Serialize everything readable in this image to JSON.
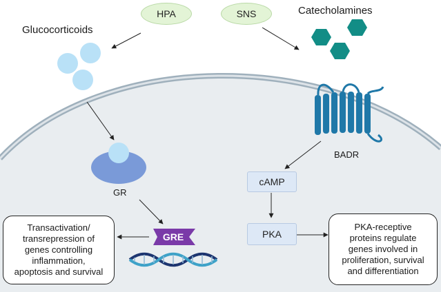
{
  "nodes": {
    "hpa": "HPA",
    "sns": "SNS",
    "glucocorticoids": "Glucocorticoids",
    "catecholamines": "Catecholamines",
    "badr": "BADR",
    "gr": "GR",
    "camp": "cAMP",
    "pka": "PKA",
    "gre": "GRE"
  },
  "outcomes": {
    "gr_box": [
      "Transactivation/",
      "transrepression of",
      "genes controlling",
      "inflammation,",
      "apoptosis and survival"
    ],
    "pka_box": [
      "PKA-receptive",
      "proteins regulate",
      "genes involved in",
      "proliferation, survival",
      "and differentiation"
    ]
  },
  "colors": {
    "cell_fill": "#e9edf0",
    "membrane": "#9fb0bc",
    "glucocorticoid": "#b9e1f7",
    "catecholamine": "#128d86",
    "receptor": "#1f78a8",
    "gr_receptor": "#7a9ad8",
    "gre_tag": "#7a3aa8",
    "dna_dark": "#1d3570",
    "dna_light": "#3ea2c8"
  },
  "icons": [
    "glucocorticoid-molecule-icon",
    "catecholamine-hexagon-icon",
    "adrenergic-receptor-icon",
    "dna-helix-icon"
  ]
}
